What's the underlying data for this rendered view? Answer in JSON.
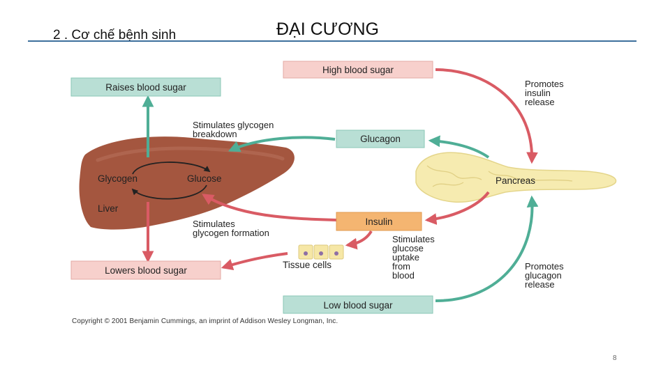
{
  "header": {
    "section_label": "2 . Cơ chế bệnh sinh",
    "title": "ĐẠI CƯƠNG"
  },
  "diagram": {
    "boxes": {
      "high_blood_sugar": "High blood sugar",
      "raises_blood_sugar": "Raises blood sugar",
      "glucagon": "Glucagon",
      "insulin": "Insulin",
      "lowers_blood_sugar": "Lowers blood sugar",
      "low_blood_sugar": "Low blood sugar"
    },
    "notes": {
      "promotes_insulin_release": [
        "Promotes",
        "insulin",
        "release"
      ],
      "stimulates_glycogen_breakdown": [
        "Stimulates glycogen",
        "breakdown"
      ],
      "stimulates_glycogen_formation": [
        "Stimulates",
        "glycogen formation"
      ],
      "stimulates_glucose_uptake": [
        "Stimulates",
        "glucose",
        "uptake",
        "from",
        "blood"
      ],
      "promotes_glucagon_release": [
        "Promotes",
        "glucagon",
        "release"
      ]
    },
    "organs": {
      "glycogen": "Glycogen",
      "glucose": "Glucose",
      "liver": "Liver",
      "pancreas": "Pancreas",
      "tissue_cells": "Tissue cells"
    },
    "copyright": "Copyright © 2001 Benjamin Cummings, an imprint of Addison Wesley Longman, Inc."
  },
  "page_number": "8",
  "colors": {
    "pink_box": "#f7d0cc",
    "green_box": "#b9dfd5",
    "orange_box": "#f4b571",
    "red_arrow": "#d95b64",
    "teal_arrow": "#4fae96",
    "liver": "#a4563f",
    "pancreas": "#f6ebb0",
    "title_rule": "#3d6f9c"
  }
}
